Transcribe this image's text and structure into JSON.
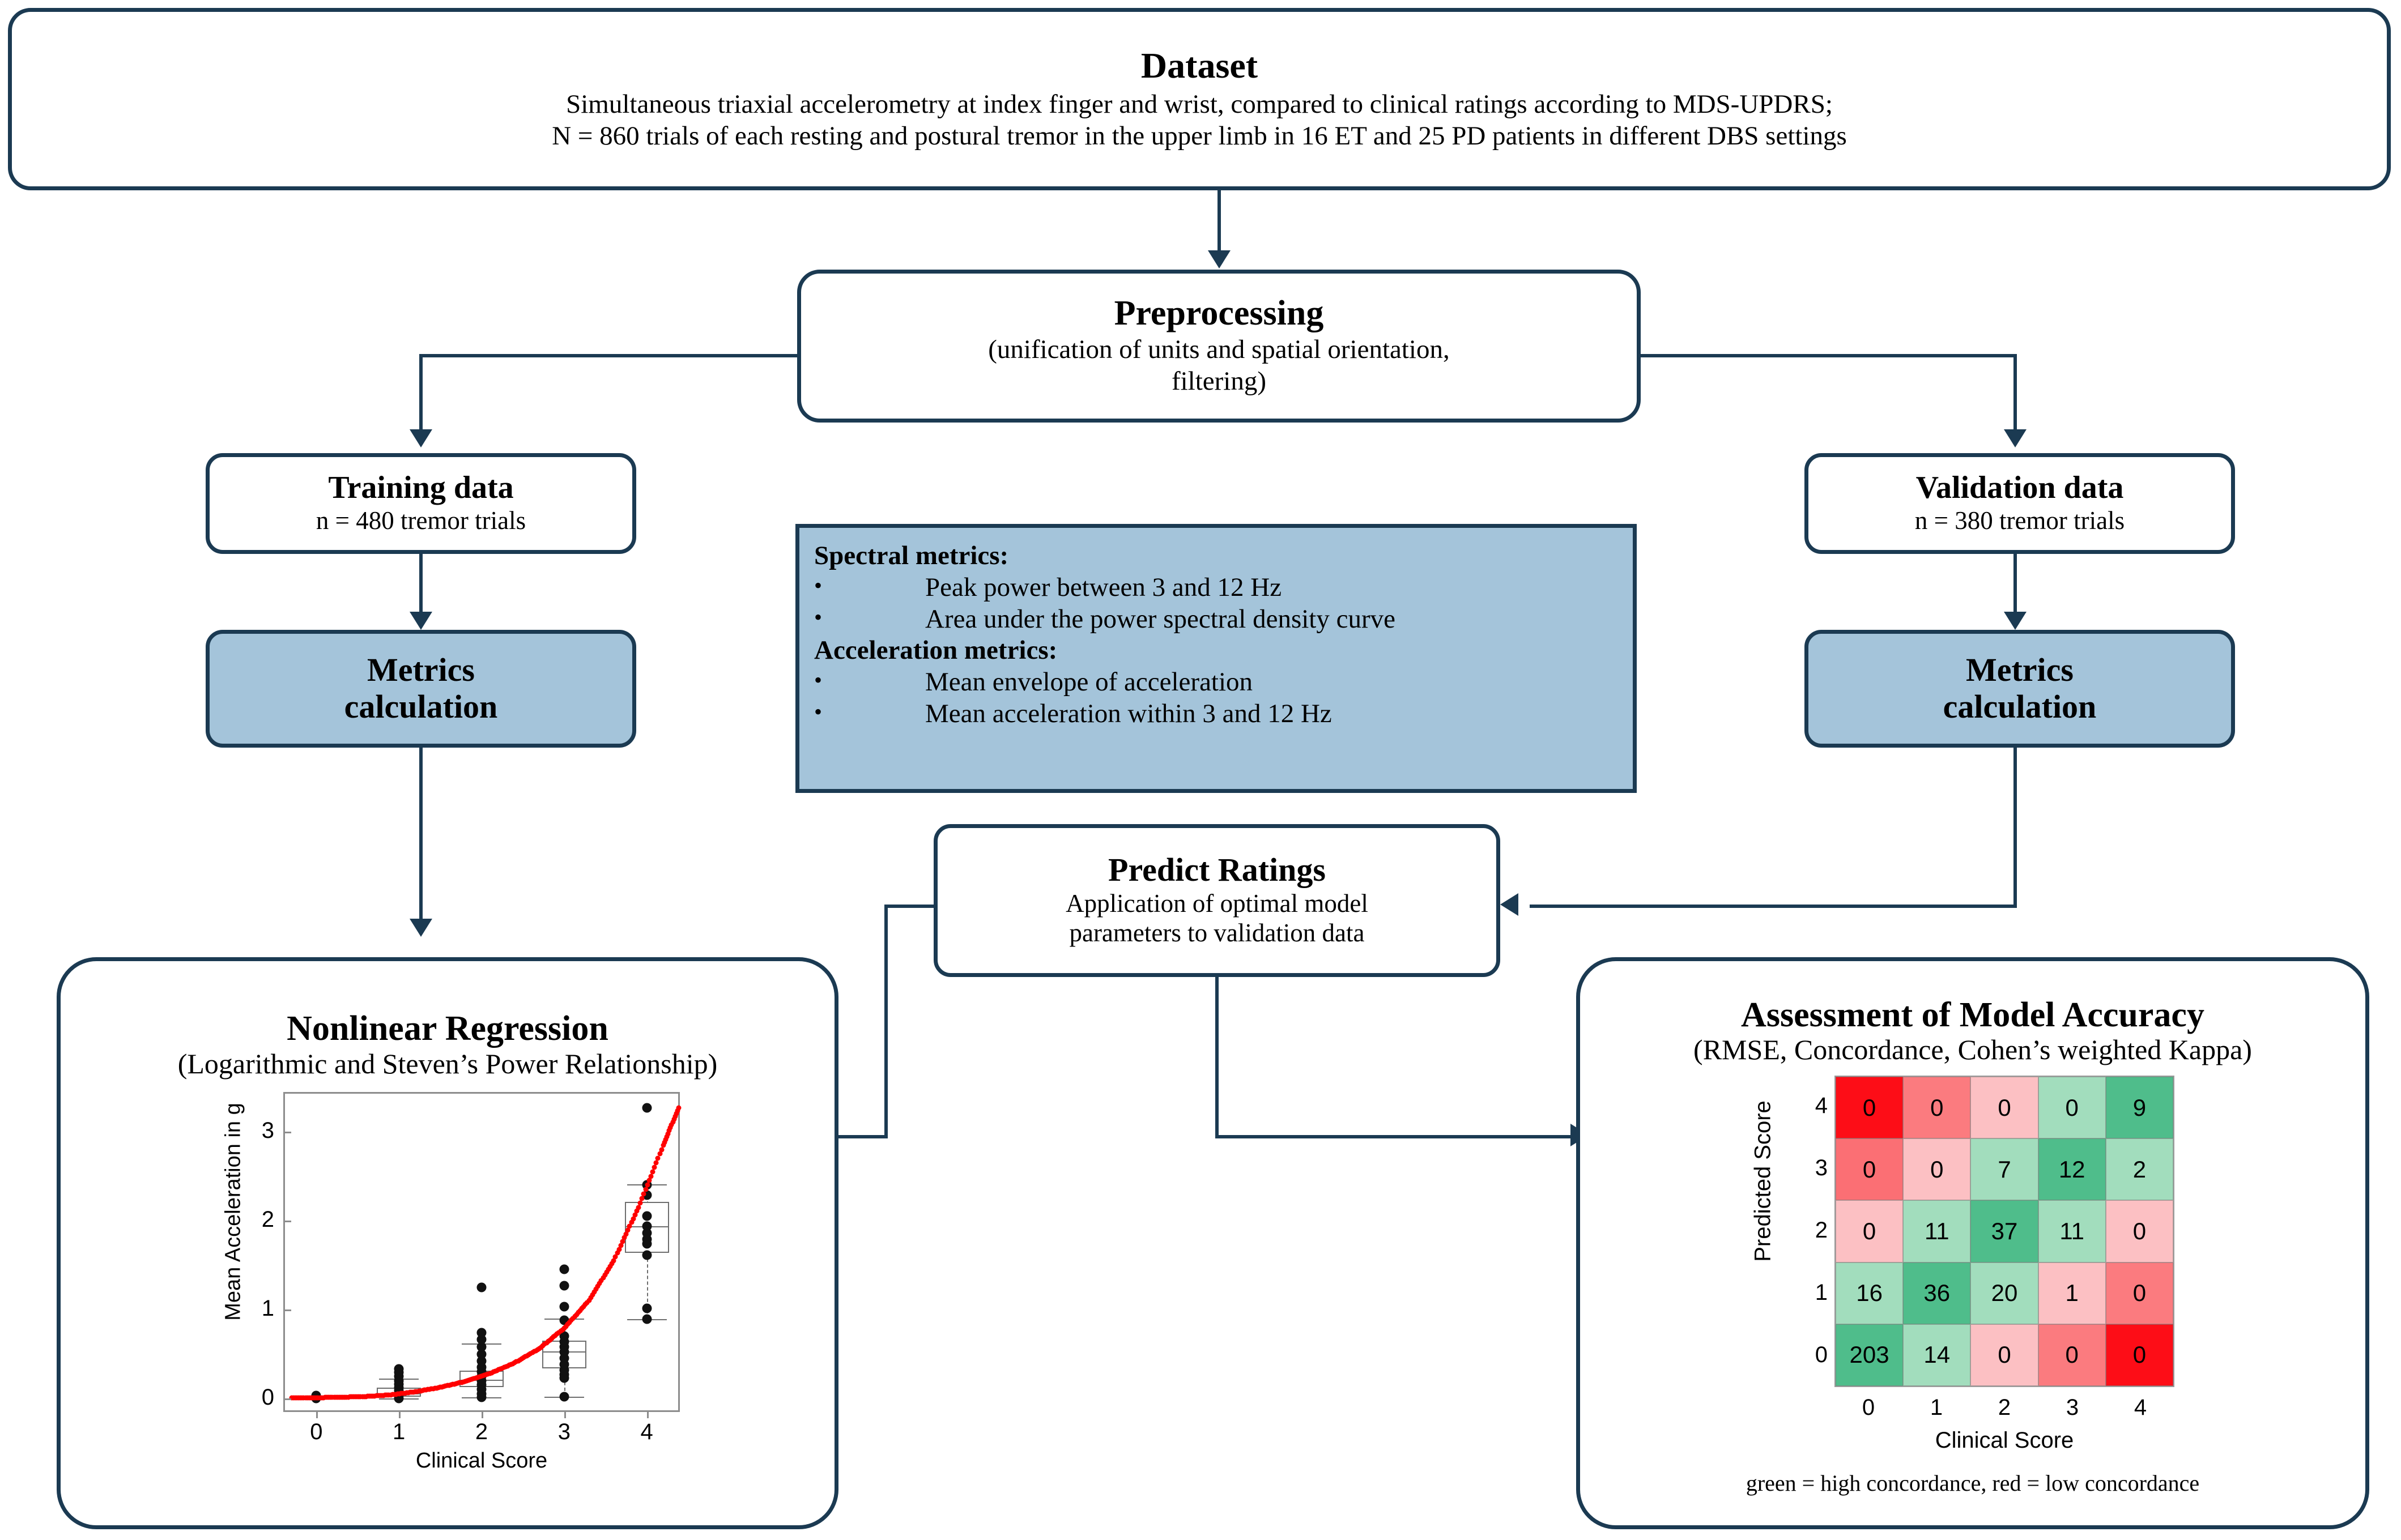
{
  "dataset": {
    "title": "Dataset",
    "line1": "Simultaneous triaxial accelerometry at index finger and wrist, compared to clinical ratings according to MDS-UPDRS;",
    "line2": "N = 860 trials of each resting and postural tremor in the upper limb in 16 ET and 25 PD patients in different DBS settings"
  },
  "preprocessing": {
    "title": "Preprocessing",
    "line1": "(unification of units and spatial orientation,",
    "line2": "filtering)"
  },
  "training": {
    "title": "Training data",
    "subtitle": "n = 480 tremor trials"
  },
  "validation": {
    "title": "Validation data",
    "subtitle": "n = 380 tremor trials"
  },
  "metrics_left": {
    "line1": "Metrics",
    "line2": "calculation"
  },
  "metrics_right": {
    "line1": "Metrics",
    "line2": "calculation"
  },
  "metrics_list": {
    "spectral_header": "Spectral metrics:",
    "spectral_items": [
      "Peak power between 3 and 12 Hz",
      "Area under the power spectral density curve"
    ],
    "acceleration_header": "Acceleration metrics:",
    "acceleration_items": [
      "Mean envelope of acceleration",
      "Mean acceleration within 3 and 12 Hz"
    ],
    "bullet": "•"
  },
  "predict": {
    "title": "Predict Ratings",
    "line1": "Application of optimal model",
    "line2": "parameters to validation data"
  },
  "regression": {
    "title": "Nonlinear Regression",
    "subtitle": "(Logarithmic and Steven’s Power Relationship)"
  },
  "assessment": {
    "title": "Assessment of Model Accuracy",
    "subtitle": "(RMSE, Concordance, Cohen’s weighted Kappa)",
    "caption": "green = high concordance,  red = low concordance"
  },
  "colors": {
    "stroke": "#1b3a52",
    "fill_blue": "#a4c4da",
    "fit_line": "#ff0000",
    "heat_red_max": "#fd0d17",
    "heat_red_mid": "#fb7b7f",
    "heat_red_low": "#fcc0c3",
    "heat_green_low": "#a2ddbd",
    "heat_green_max": "#4fbd8b"
  },
  "chart_data": [
    {
      "type": "scatter",
      "id": "regression-boxplot",
      "title": "",
      "xlabel": "Clinical Score",
      "ylabel": "Mean Acceleration in g",
      "xlim": [
        -0.4,
        4.4
      ],
      "ylim": [
        -0.15,
        3.45
      ],
      "xticks": [
        "0",
        "1",
        "2",
        "3",
        "4"
      ],
      "yticks": [
        "0",
        "1",
        "2",
        "3"
      ],
      "grid": false,
      "legend": null,
      "fit_curve_label": "Steven’s power fit (red dotted)",
      "boxes": [
        {
          "x": 0,
          "q1": 0.0,
          "median": 0.01,
          "q3": 0.02,
          "lower": 0.0,
          "upper": 0.03
        },
        {
          "x": 1,
          "q1": 0.02,
          "median": 0.06,
          "q3": 0.12,
          "lower": 0.0,
          "upper": 0.22
        },
        {
          "x": 2,
          "q1": 0.13,
          "median": 0.21,
          "q3": 0.31,
          "lower": 0.01,
          "upper": 0.62
        },
        {
          "x": 3,
          "q1": 0.34,
          "median": 0.53,
          "q3": 0.65,
          "lower": 0.02,
          "upper": 0.9
        },
        {
          "x": 4,
          "q1": 1.64,
          "median": 1.94,
          "q3": 2.21,
          "lower": 0.89,
          "upper": 2.41
        }
      ],
      "outlier_points": {
        "0": [
          0.0,
          0.01,
          0.02,
          0.03
        ],
        "1": [
          0.0,
          0.03,
          0.06,
          0.09,
          0.12,
          0.16,
          0.2,
          0.25,
          0.29,
          0.33
        ],
        "2": [
          0.01,
          0.05,
          0.1,
          0.15,
          0.2,
          0.25,
          0.3,
          0.35,
          0.42,
          0.5,
          0.58,
          0.66,
          0.74,
          1.25
        ],
        "3": [
          0.02,
          0.23,
          0.27,
          0.32,
          0.38,
          0.45,
          0.52,
          0.58,
          0.64,
          0.7,
          0.88,
          1.03,
          1.27,
          1.45
        ],
        "4": [
          0.89,
          1.01,
          1.61,
          1.74,
          1.79,
          1.86,
          1.94,
          2.05,
          2.29,
          2.4,
          3.27
        ]
      },
      "fit_curve": [
        [
          -0.3,
          0.005
        ],
        [
          0.0,
          0.008
        ],
        [
          0.3,
          0.013
        ],
        [
          0.6,
          0.022
        ],
        [
          0.9,
          0.04
        ],
        [
          1.2,
          0.075
        ],
        [
          1.5,
          0.125
        ],
        [
          1.8,
          0.19
        ],
        [
          2.1,
          0.28
        ],
        [
          2.4,
          0.4
        ],
        [
          2.7,
          0.56
        ],
        [
          3.0,
          0.79
        ],
        [
          3.3,
          1.1
        ],
        [
          3.6,
          1.55
        ],
        [
          3.9,
          2.15
        ],
        [
          4.2,
          2.85
        ],
        [
          4.4,
          3.3
        ]
      ]
    },
    {
      "type": "heatmap",
      "id": "confusion-matrix",
      "title": "",
      "xlabel": "Clinical Score",
      "ylabel": "Predicted Score",
      "xticks": [
        "0",
        "1",
        "2",
        "3",
        "4"
      ],
      "yticks_top_down": [
        "4",
        "3",
        "2",
        "1",
        "0"
      ],
      "rows_top_down": [
        {
          "predicted": "4",
          "values": [
            0,
            0,
            0,
            0,
            9
          ],
          "colors": [
            "#fd0d17",
            "#fb7b7f",
            "#fcc0c3",
            "#a2ddbd",
            "#4fbd8b"
          ]
        },
        {
          "predicted": "3",
          "values": [
            0,
            0,
            7,
            12,
            2
          ],
          "colors": [
            "#fb6f74",
            "#fcc0c3",
            "#a2ddbd",
            "#4fbd8b",
            "#a2ddbd"
          ]
        },
        {
          "predicted": "2",
          "values": [
            0,
            11,
            37,
            11,
            0
          ],
          "colors": [
            "#fcc0c3",
            "#a2ddbd",
            "#4fbd8b",
            "#a2ddbd",
            "#fcc0c3"
          ]
        },
        {
          "predicted": "1",
          "values": [
            16,
            36,
            20,
            1,
            0
          ],
          "colors": [
            "#a2ddbd",
            "#4fbd8b",
            "#a2ddbd",
            "#fcc0c3",
            "#fb7b7f"
          ]
        },
        {
          "predicted": "0",
          "values": [
            203,
            14,
            0,
            0,
            0
          ],
          "colors": [
            "#4fbd8b",
            "#a2ddbd",
            "#fcc0c3",
            "#fb7b7f",
            "#fd0d17"
          ]
        }
      ],
      "note": "green = high concordance,  red = low concordance"
    }
  ]
}
